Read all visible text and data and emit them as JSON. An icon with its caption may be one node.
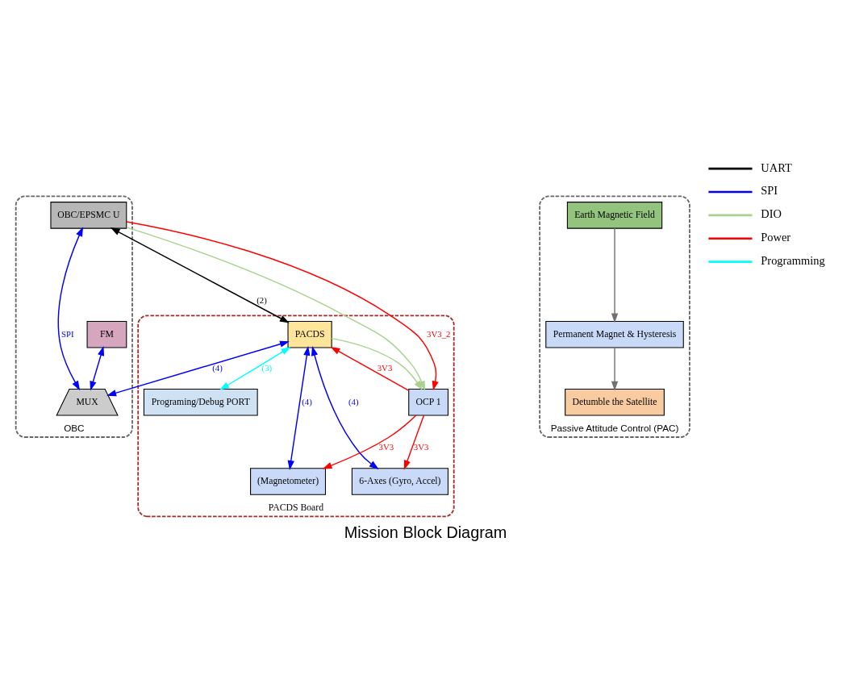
{
  "diagram": {
    "title": "Mission Block Diagram",
    "nodes": [
      {
        "text": [
          "PACDS Board"
        ]
      },
      {
        "text": [
          "(Magnetometer)"
        ],
        "in": 0
      },
      {
        "text": [
          "6-Axes (Gyro, Accel)"
        ],
        "in": 0
      },
      {
        "text": [
          "Programing/Debug PORT"
        ],
        "in": 0
      },
      {
        "text": [
          "PACDS"
        ],
        "in": 0
      },
      {
        "text": [
          "OCP 1"
        ],
        "in": 0
      },
      {
        "text": [
          "OBC"
        ]
      },
      {
        "text": [
          "OBC/EPSMC U"
        ],
        "in": 6
      },
      {
        "text": [
          "MUX"
        ],
        "in": 6
      },
      {
        "text": [
          "FM"
        ],
        "in": 6
      },
      {
        "text": [
          "Passive Attitude Control (PAC)"
        ]
      },
      {
        "text": [
          "Detumble the Satellite"
        ],
        "in": 10
      },
      {
        "text": [
          "Permanent Magnet & Hysteresis"
        ],
        "in": 10
      },
      {
        "text": [
          "Earth Magnetic Field"
        ],
        "in": 10
      }
    ],
    "edges": [
      {
        "from": 4,
        "to": 1,
        "arrow": "both",
        "label": "(4)"
      },
      {
        "from": 4,
        "to": 2,
        "arrow": "both",
        "label": "(4)"
      },
      {
        "from": 4,
        "to": 3,
        "arrow": "both",
        "label": "(3)",
        "color": "#00ffff"
      },
      {
        "from": 5,
        "to": 1,
        "arrow": "to",
        "label": "3V3",
        "color": "#ff0000"
      },
      {
        "from": 5,
        "to": 2,
        "arrow": "to",
        "label": "3V3",
        "color": "#ff0000"
      },
      {
        "from": 5,
        "to": 4,
        "arrow": "to",
        "label": "3V3",
        "color": "#ff0000"
      },
      {
        "from": 4,
        "to": 5,
        "arrow": "to",
        "color": "#a9d18e"
      },
      {
        "from": 7,
        "to": 5,
        "arrow": "to",
        "color": "#a9d18e"
      },
      {
        "from": 7,
        "to": 5,
        "arrow": "to",
        "label": "3V3_2",
        "color": "#ff0000"
      },
      {
        "from": 7,
        "to": 4,
        "arrow": "both",
        "label": "(2)",
        "color": "#000000"
      },
      {
        "from": 4,
        "to": 8,
        "arrow": "both",
        "label": "(4)"
      },
      {
        "from": 7,
        "to": 8,
        "arrow": "both",
        "label": "SPI"
      },
      {
        "from": 9,
        "to": 8,
        "arrow": "both"
      },
      {
        "from": 13,
        "to": 12,
        "arrow": "to",
        "color": "#767171"
      },
      {
        "from": 12,
        "to": 11,
        "arrow": "to",
        "color": "#767171"
      }
    ],
    "legend": [
      {
        "text": "UART",
        "color": "#000000"
      },
      {
        "text": "SPI",
        "color": "#0000ff"
      },
      {
        "text": "DIO",
        "color": "#a9d18e"
      },
      {
        "text": "Power",
        "color": "#ff0000"
      },
      {
        "text": "Programming",
        "color": "#00ffff"
      }
    ]
  }
}
